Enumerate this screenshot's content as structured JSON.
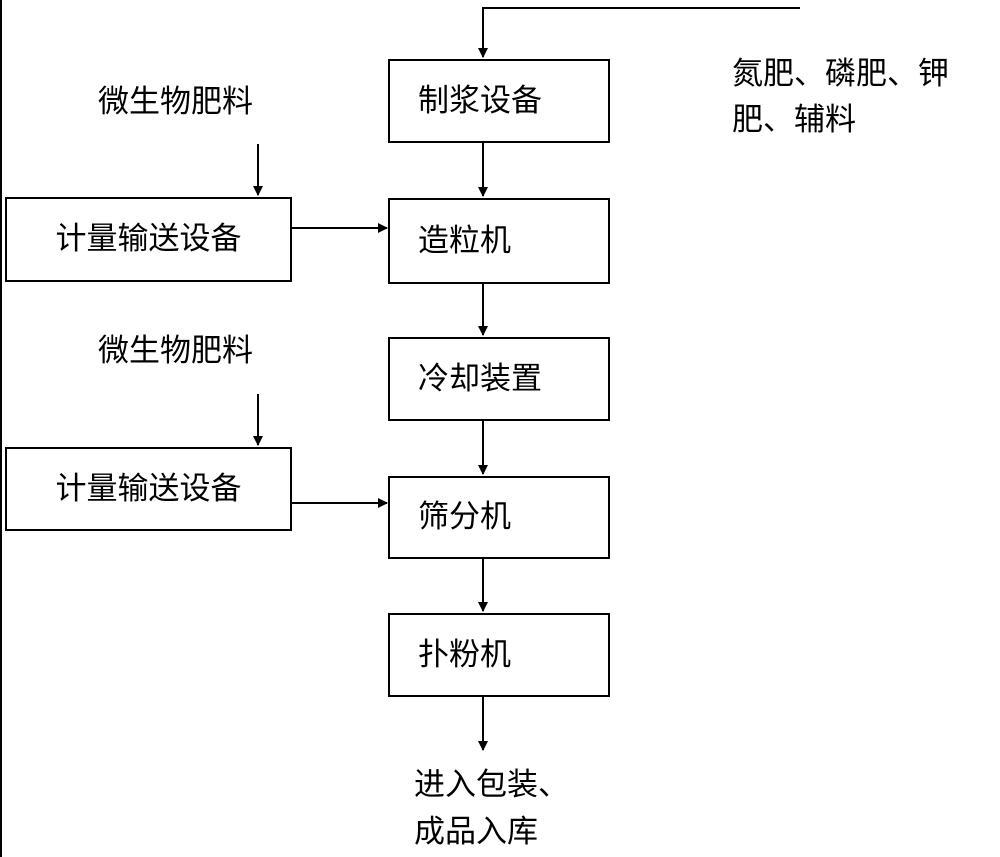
{
  "diagram": {
    "feed_top": {
      "line1": "氮肥、磷肥、钾",
      "line2": "肥、辅料"
    },
    "microbe_label_1": "微生物肥料",
    "microbe_label_2": "微生物肥料",
    "metering_1": "计量输送设备",
    "metering_2": "计量输送设备",
    "steps": [
      "制浆设备",
      "造粒机",
      "冷却装置",
      "筛分机",
      "扑粉机"
    ],
    "output": {
      "line1": "进入包装、",
      "line2": "成品入库"
    }
  }
}
